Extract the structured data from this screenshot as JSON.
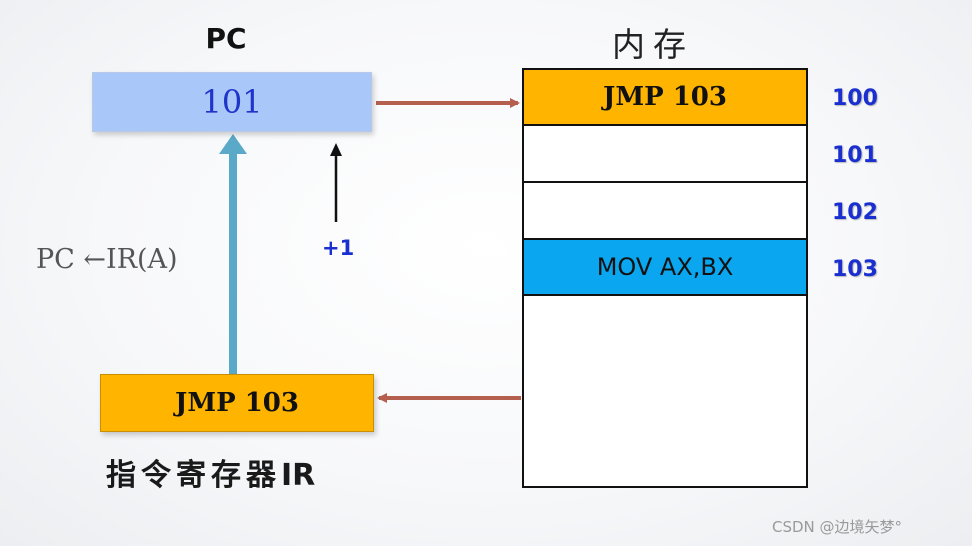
{
  "pc": {
    "title": "PC",
    "value": "101"
  },
  "memory": {
    "title": "内存",
    "cells": [
      {
        "address": "100",
        "content": "JMP 103"
      },
      {
        "address": "101",
        "content": ""
      },
      {
        "address": "102",
        "content": ""
      },
      {
        "address": "103",
        "content": "MOV AX,BX"
      }
    ]
  },
  "ir": {
    "content": "JMP 103",
    "label_cjk": "指令寄存器",
    "label_latin": "IR"
  },
  "annotations": {
    "assign": "PC ←IR(A)",
    "increment": "+1"
  },
  "watermark": "CSDN @边境矢梦°",
  "colors": {
    "pc_box": "#a9c7f9",
    "instruction_highlight": "#ffb400",
    "target_highlight": "#0aa6ef",
    "address_text": "#1a2fd0",
    "fetch_arrow": "#b5604e",
    "jump_arrow": "#5aa9c8"
  }
}
